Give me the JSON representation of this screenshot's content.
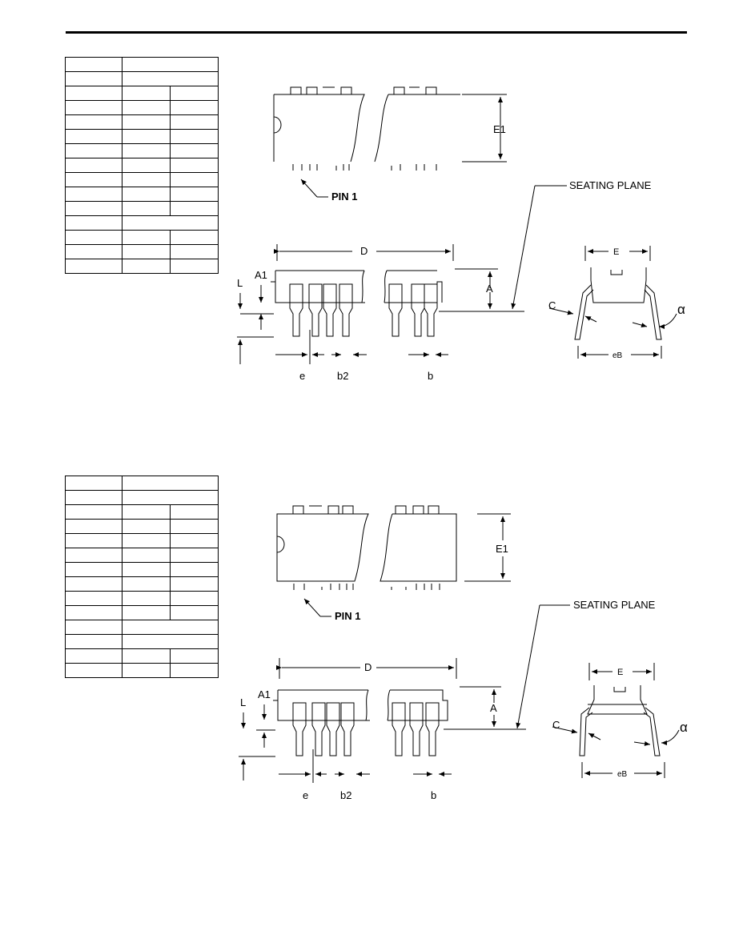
{
  "figures": [
    {
      "pin1_label": "PIN 1",
      "seating_plane_label": "SEATING PLANE",
      "dims": {
        "E1": "E1",
        "D": "D",
        "A": "A",
        "A1": "A1",
        "L": "L",
        "e": "e",
        "b2": "b2",
        "b": "b",
        "E": "E",
        "C": "C",
        "alpha": "α",
        "eB": "eB"
      }
    },
    {
      "pin1_label": "PIN 1",
      "seating_plane_label": "SEATING PLANE",
      "dims": {
        "E1": "E1",
        "D": "D",
        "A": "A",
        "A1": "A1",
        "L": "L",
        "e": "e",
        "b2": "b2",
        "b": "b",
        "E": "E",
        "C": "C",
        "alpha": "α",
        "eB": "eB"
      }
    }
  ]
}
